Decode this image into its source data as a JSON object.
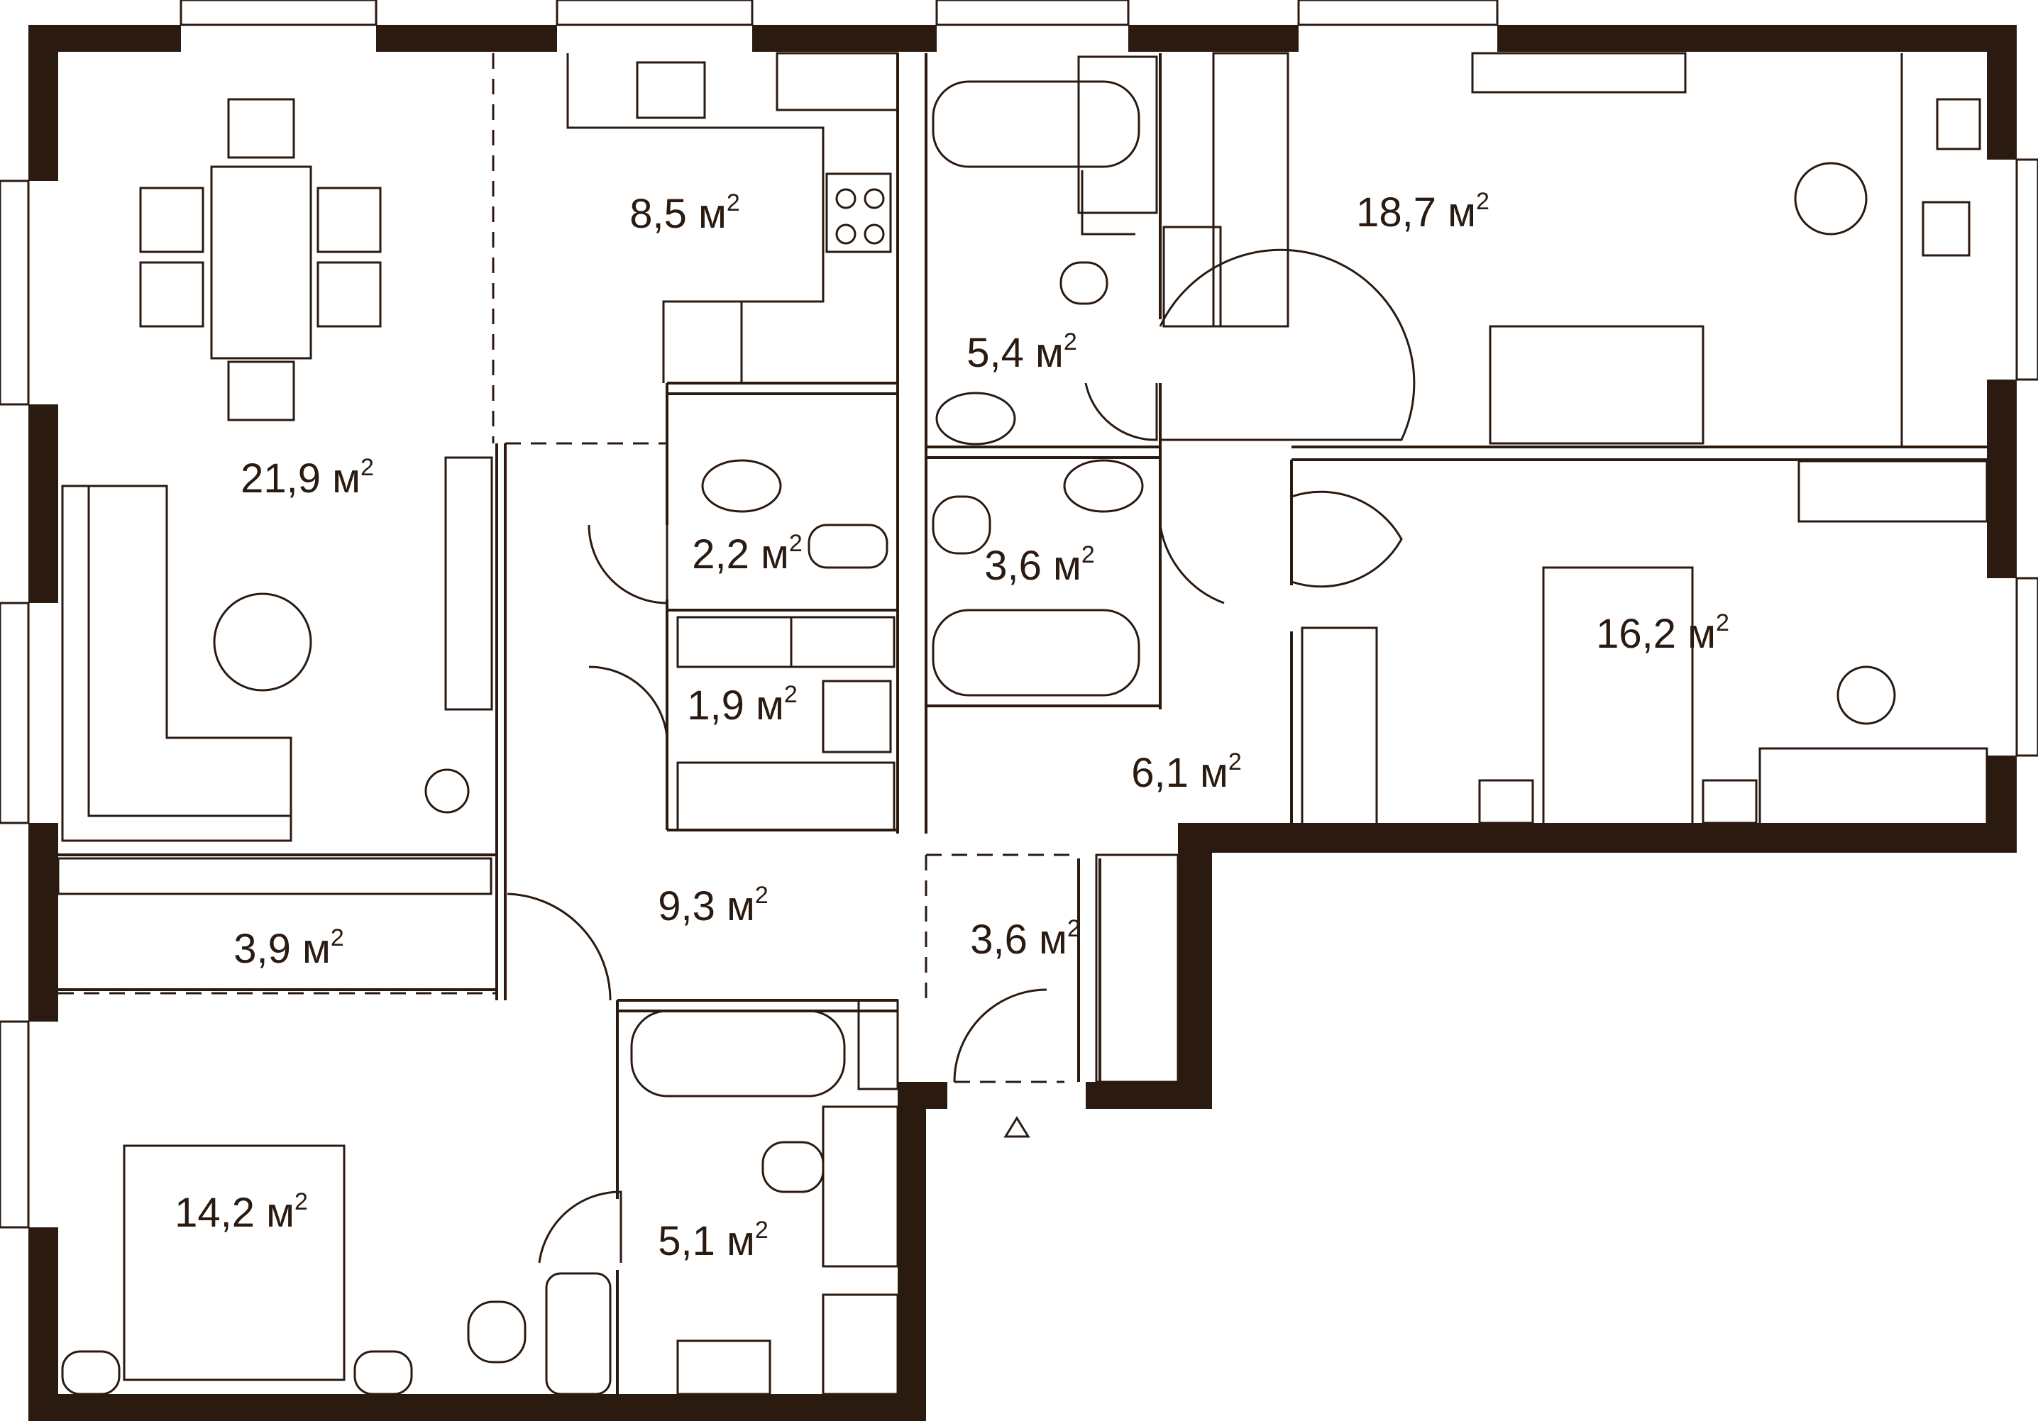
{
  "plan": {
    "wall_color": "#2a1a10",
    "line_color": "#2a1a10",
    "background": "#ffffff",
    "entrance_symbol": "triangle-icon",
    "rooms": [
      {
        "id": "living",
        "area": "21,9",
        "unit": "м",
        "power": "2"
      },
      {
        "id": "kitchen",
        "area": "8,5",
        "unit": "м",
        "power": "2"
      },
      {
        "id": "bath-top",
        "area": "5,4",
        "unit": "м",
        "power": "2"
      },
      {
        "id": "bedroom-top-right",
        "area": "18,7",
        "unit": "м",
        "power": "2"
      },
      {
        "id": "wc-small",
        "area": "2,2",
        "unit": "м",
        "power": "2"
      },
      {
        "id": "bath-middle",
        "area": "3,6",
        "unit": "м",
        "power": "2"
      },
      {
        "id": "laundry",
        "area": "1,9",
        "unit": "м",
        "power": "2"
      },
      {
        "id": "bedroom-right",
        "area": "16,2",
        "unit": "м",
        "power": "2"
      },
      {
        "id": "hall-right",
        "area": "6,1",
        "unit": "м",
        "power": "2"
      },
      {
        "id": "hall-center",
        "area": "9,3",
        "unit": "м",
        "power": "2"
      },
      {
        "id": "wardrobe",
        "area": "3,9",
        "unit": "м",
        "power": "2"
      },
      {
        "id": "entry",
        "area": "3,6",
        "unit": "м",
        "power": "2"
      },
      {
        "id": "bedroom-bottom",
        "area": "14,2",
        "unit": "м",
        "power": "2"
      },
      {
        "id": "bath-bottom",
        "area": "5,1",
        "unit": "м",
        "power": "2"
      }
    ]
  }
}
